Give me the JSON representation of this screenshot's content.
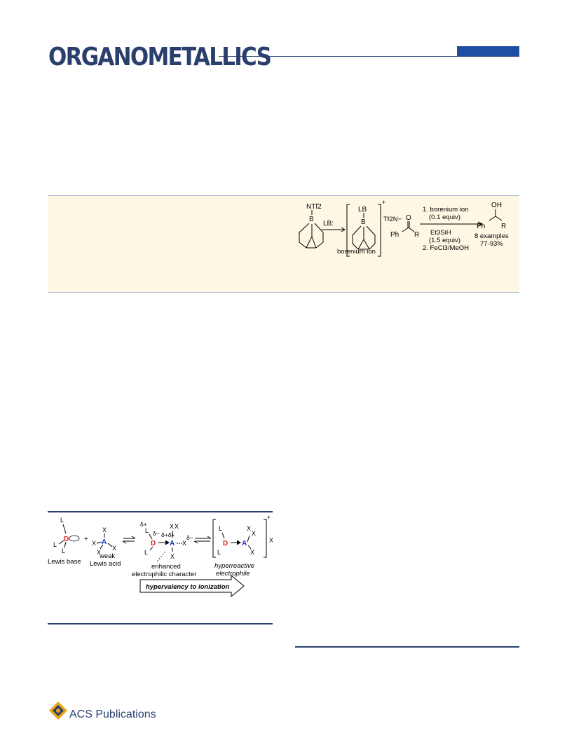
{
  "header": {
    "journal_title": "ORGANOMETALLICS"
  },
  "toc_graphic": {
    "reagent": "NTf2",
    "boron_label": "B",
    "reagent2": "LB:",
    "ligand": "LB",
    "charge": "+",
    "counterion": "Tf2N−",
    "boron_caption": "borenium ion",
    "ketone_O": "O",
    "ketone_Ph": "Ph",
    "ketone_R": "R",
    "condition1": "1. borenium ion",
    "condition1b": "(0.1 equiv)",
    "condition2": "Et3SiH",
    "condition2b": "(1.5 equiv)",
    "condition3": "2. FeCl3/MeOH",
    "product_OH": "OH",
    "product_Ph": "Ph",
    "product_R": "R",
    "examples": "8 examples",
    "yield_range": "77-93%"
  },
  "scheme": {
    "L": "L",
    "D": "D",
    "A": "A",
    "X": "X",
    "plus": "+",
    "lewis_base": "Lewis base",
    "weak": "weak",
    "lewis_acid": "Lewis acid",
    "delta_plus": "δ+",
    "delta_minus": "δ−",
    "delta_plus_double": "δ+δ+",
    "enhanced": "enhanced",
    "electrophilic_character": "electrophilic character",
    "charge": "+",
    "x_minus": "X−",
    "hyperreactive": "hyperreactive",
    "electrophile": "electrophile",
    "arrow_label": "hypervalency to ionization"
  },
  "footer": {
    "publisher": "ACS Publications"
  },
  "colors": {
    "brand_navy": "#2b3f6e",
    "accent_blue": "#1f4fa3",
    "toc_background": "#fdf7e4",
    "donor_red": "#e02020",
    "acceptor_blue": "#1a2fd0",
    "logo_gold": "#e8a317"
  }
}
